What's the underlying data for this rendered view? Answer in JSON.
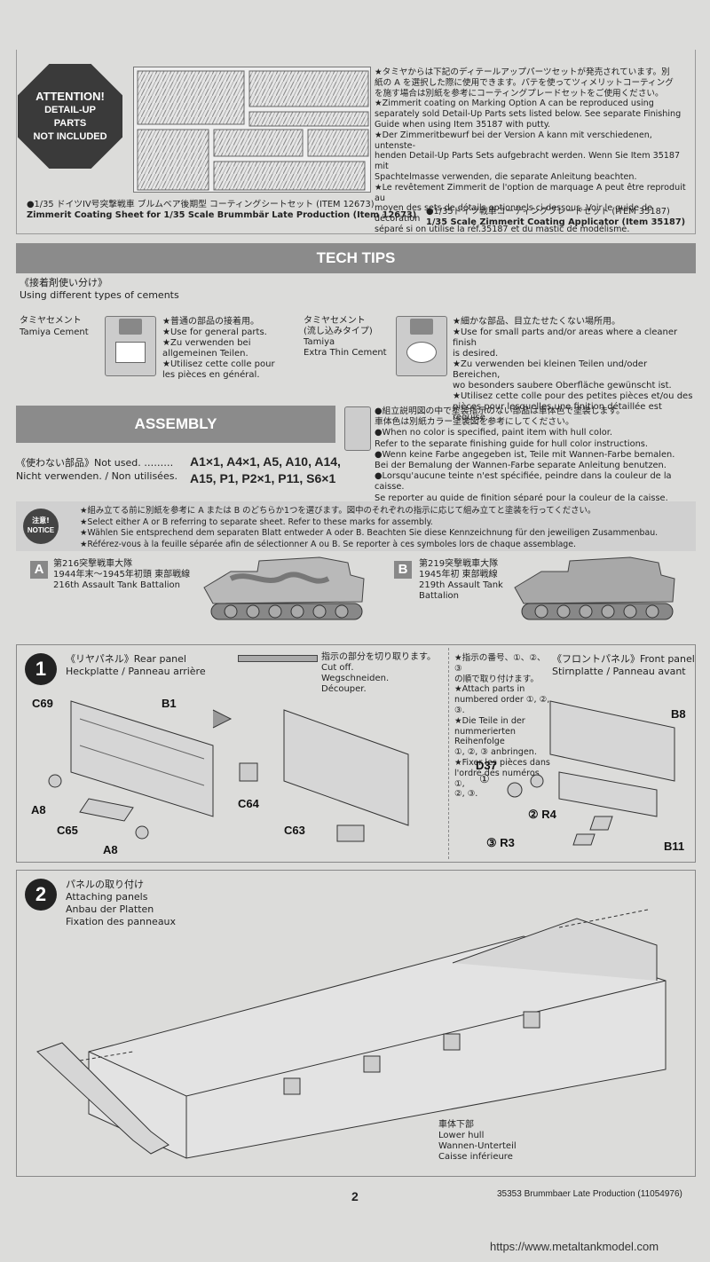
{
  "attention": {
    "line1": "ATTENTION!",
    "line2": "DETAIL-UP",
    "line3": "PARTS",
    "line4": "NOT INCLUDED"
  },
  "zimmerit_note": [
    "★タミヤからは下記のディテールアップパーツセットが発売されています。別",
    "紙の A を選択した際に使用できます。パテを使ってツィメリットコーティング",
    "を施す場合は別紙を参考にコーティングプレードセットをご使用ください。",
    "★Zimmerit coating on Marking Option A can be reproduced using",
    "separately sold Detail-Up Parts sets listed below. See separate Finishing",
    "Guide when using Item 35187 with putty.",
    "★Der Zimmeritbewurf bei der Version A kann mit verschiedenen, untenste-",
    "henden Detail-Up Parts Sets aufgebracht werden. Wenn Sie Item 35187 mit",
    "Spachtelmasse verwenden, die separate Anleitung beachten.",
    "★Le revêtement Zimmerit de l'option de marquage A peut être reproduit au",
    "moyen des sets de détails optionnels ci-dessous. Voir le guide de décoration",
    "séparé si on utilise la réf.35187 et du mastic de modélisme."
  ],
  "product_left": {
    "jp": "●1/35 ドイツIV号突撃戦車 ブルムベア後期型 コーティングシートセット (ITEM 12673)",
    "en": "Zimmerit Coating Sheet for 1/35 Scale Brummbär Late Production (Item 12673)"
  },
  "product_right": {
    "jp": "●1/35ドイツ戦車コーティングブレードセット (ITEM 35187)",
    "en": "1/35 Scale Zimmerit Coating Applicator (Item 35187)"
  },
  "tech_tips": {
    "title": "TECH TIPS",
    "sub_jp": "《接着剤使い分け》",
    "sub_en": "Using different types of cements",
    "cement1": {
      "jp": "タミヤセメント",
      "en": "Tamiya Cement",
      "notes": [
        "★普通の部品の接着用。",
        "★Use for general parts.",
        "★Zu verwenden bei",
        "allgemeinen Teilen.",
        "★Utilisez cette colle pour",
        "les pièces en général."
      ]
    },
    "cement2": {
      "jp1": "タミヤセメント",
      "jp2": "(流し込みタイプ)",
      "en1": "Tamiya",
      "en2": "Extra Thin Cement",
      "notes": [
        "★細かな部品、目立たせたくない場所用。",
        "★Use for small parts and/or areas where a cleaner finish",
        "is desired.",
        "★Zu verwenden bei kleinen Teilen und/oder Bereichen,",
        "wo besonders saubere Oberfläche gewünscht ist.",
        "★Utilisez cette colle pour des petites pièces et/ou des",
        "pièces pour lesquelles une finition détaillée est requise."
      ]
    }
  },
  "assembly": {
    "title": "ASSEMBLY",
    "unused_label_1": "《使わない部品》Not used. ………",
    "unused_label_2": "Nicht verwenden. / Non utilisées.",
    "unused_parts_1": "A1×1, A4×1, A5, A10, A14,",
    "unused_parts_2": "A15, P1, P2×1, P11, S6×1",
    "color_notes": [
      "●組立説明図の中で塗装指示のない部品は車体色で塗装します。",
      "車体色は別紙カラー塗装図を参考にしてください。",
      "●When no color is specified, paint item with hull color.",
      "Refer to the separate finishing guide for hull color instructions.",
      "●Wenn keine Farbe angegeben ist, Teile mit Wannen-Farbe bemalen.",
      "Bei der Bemalung der Wannen-Farbe separate Anleitung benutzen.",
      "●Lorsqu'aucune teinte n'est spécifiée, peindre dans la couleur de la caisse.",
      "Se reporter au guide de finition séparé pour la couleur de la caisse."
    ]
  },
  "notice": {
    "badge_jp": "注意!",
    "badge_en": "NOTICE",
    "lines": [
      "★組み立てる前に別紙を参考に A または B のどちらか1つを選びます。図中のそれぞれの指示に応じて組み立てと塗装を行ってください。",
      "★Select either A or B referring to separate sheet. Refer to these marks for assembly.",
      "★Wählen Sie entsprechend dem separaten Blatt entweder A oder B. Beachten Sie diese Kennzeichnung für den jeweiligen Zusammenbau.",
      "★Référez-vous à la feuille séparée afin de sélectionner A ou B. Se reporter à ces symboles lors de chaque assemblage."
    ]
  },
  "version_a": {
    "letter": "A",
    "jp1": "第216突撃戦車大隊",
    "jp2": "1944年末〜1945年初頭 東部戦線",
    "en": "216th Assault Tank Battalion"
  },
  "version_b": {
    "letter": "B",
    "jp1": "第219突撃戦車大隊",
    "jp2": "1945年初 東部戦線",
    "en1": "219th Assault Tank",
    "en2": "Battalion"
  },
  "step1": {
    "number": "1",
    "title_jp": "《リヤパネル》Rear panel",
    "title_de": "Heckplatte / Panneau arrière",
    "cut_jp": "指示の部分を切り取ります。",
    "cut_en": "Cut off.",
    "cut_de": "Wegschneiden.",
    "cut_fr": "Découper.",
    "order_notes": [
      "★指示の番号、①、②、③",
      "の順で取り付けます。",
      "★Attach parts in",
      "numbered order ①, ②, ③.",
      "★Die Teile in der",
      "nummerierten Reihenfolge",
      "①, ②, ③ anbringen.",
      "★Fixer les pièces dans",
      "l'ordre des numéros ①,",
      "②, ③."
    ],
    "front_title": "《フロントパネル》Front panel",
    "front_sub": "Stirnplatte / Panneau avant",
    "parts": {
      "c69": "C69",
      "b1": "B1",
      "a8a": "A8",
      "c65": "C65",
      "a8b": "A8",
      "c64": "C64",
      "c63": "C63",
      "b8": "B8",
      "d37": "D37",
      "n1": "①",
      "r4": "② R4",
      "r3": "③ R3",
      "b11": "B11"
    }
  },
  "step2": {
    "number": "2",
    "title_jp": "パネルの取り付け",
    "title_en": "Attaching panels",
    "title_de": "Anbau der Platten",
    "title_fr": "Fixation des panneaux",
    "hull_jp": "車体下部",
    "hull_en": "Lower hull",
    "hull_de": "Wannen-Unterteil",
    "hull_fr": "Caisse inférieure"
  },
  "footer": {
    "page": "2",
    "code": "35353 Brummbaer Late Production (11054976)",
    "watermark": "https://www.metaltankmodel.com"
  }
}
